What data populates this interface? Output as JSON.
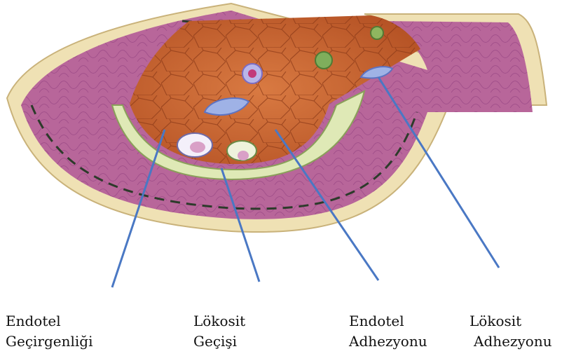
{
  "colors": {
    "background": "#ffffff",
    "lumen": "#c9622e",
    "muscle": "#b8669a",
    "adventitia": "#efe1b4",
    "intima": "#dfe9b6",
    "pointer_line": "#4a78c4"
  },
  "labels": [
    {
      "id": "endothelial-permeability",
      "lines": [
        "Endotel",
        "Geçirgenliği"
      ]
    },
    {
      "id": "leukocyte-migration",
      "lines": [
        "Lökosit",
        "Geçişi"
      ]
    },
    {
      "id": "endothelial-adhesion",
      "lines": [
        "Endotel",
        "Adhezyonu"
      ]
    },
    {
      "id": "leukocyte-adhesion",
      "lines": [
        "Lökosit",
        "Adhezyonu"
      ]
    }
  ]
}
